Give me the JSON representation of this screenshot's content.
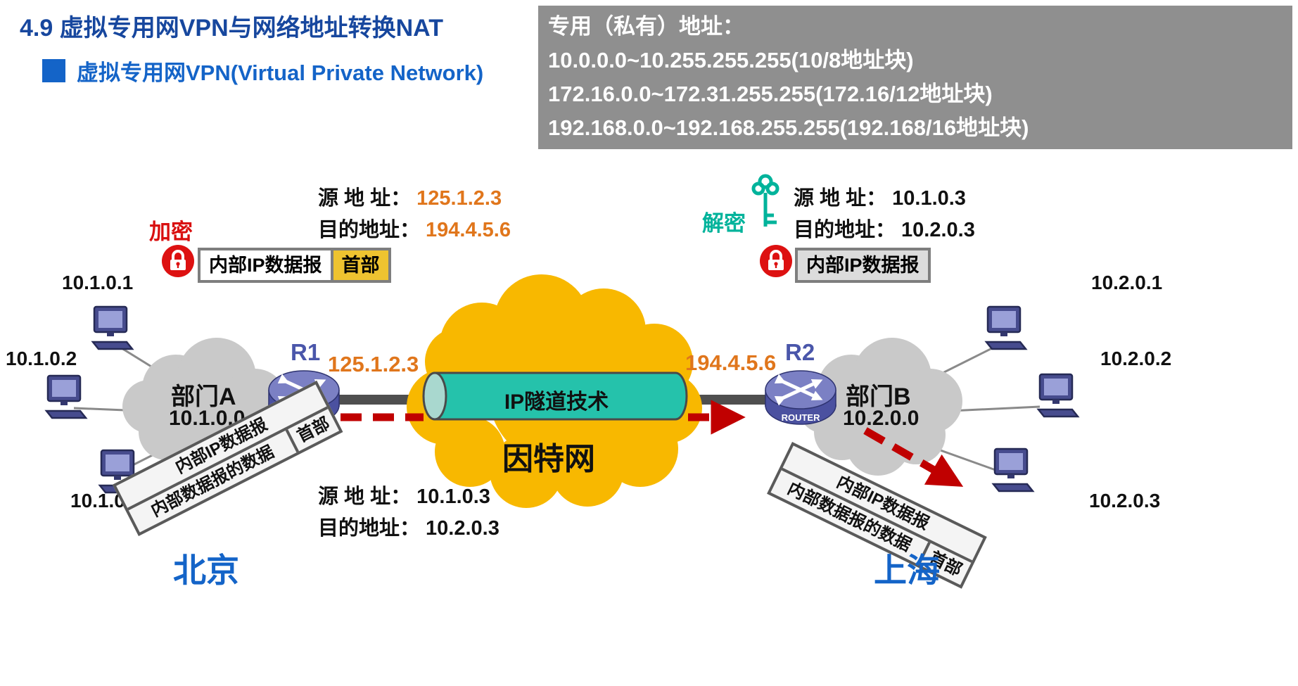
{
  "header": {
    "title": "4.9 虚拟专用网VPN与网络地址转换NAT",
    "subtitle": "虚拟专用网VPN(Virtual Private Network)"
  },
  "private_addresses": {
    "title": "专用（私有）地址：",
    "lines": [
      "10.0.0.0~10.255.255.255(10/8地址块)",
      "172.16.0.0~172.31.255.255(172.16/12地址块)",
      "192.168.0.0~192.168.255.255(192.168/16地址块)"
    ]
  },
  "crypto": {
    "encrypt_label": "加密",
    "decrypt_label": "解密"
  },
  "packets": {
    "encrypted_left": {
      "body": "内部IP数据报",
      "header": "首部"
    },
    "encrypted_right": {
      "body": "内部IP数据报"
    },
    "inner_left": {
      "title": "内部IP数据报",
      "data": "内部数据报的数据",
      "header": "首部"
    },
    "inner_right": {
      "title": "内部IP数据报",
      "data": "内部数据报的数据",
      "header": "首部"
    }
  },
  "addresses": {
    "src_label": "源 地 址：",
    "dst_label": "目的地址：",
    "outer": {
      "src": "125.1.2.3",
      "dst": "194.4.5.6"
    },
    "inner": {
      "src": "10.1.0.3",
      "dst": "10.2.0.3"
    }
  },
  "network": {
    "dept_a": {
      "name": "部门A",
      "net": "10.1.0.0",
      "hosts": [
        "10.1.0.1",
        "10.1.0.2",
        "10.1.0.3"
      ]
    },
    "dept_b": {
      "name": "部门B",
      "net": "10.2.0.0",
      "hosts": [
        "10.2.0.1",
        "10.2.0.2",
        "10.2.0.3"
      ]
    },
    "router_caption": "ROUTER",
    "r1": {
      "label": "R1",
      "ip": "125.1.2.3"
    },
    "r2": {
      "label": "R2",
      "ip": "194.4.5.6"
    },
    "internet": "因特网",
    "tunnel": "IP隧道技术",
    "city_left": "北京",
    "city_right": "上海"
  }
}
